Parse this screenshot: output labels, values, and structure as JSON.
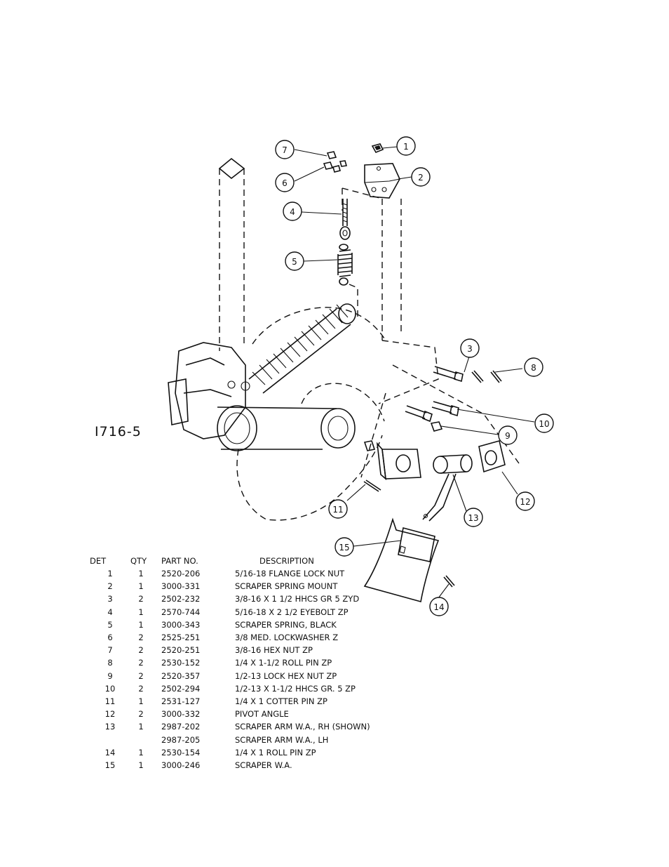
{
  "drawing_id": "I716-5",
  "balloons": [
    "1",
    "2",
    "3",
    "4",
    "5",
    "6",
    "7",
    "8",
    "9",
    "10",
    "11",
    "12",
    "13",
    "14",
    "15"
  ],
  "parts_table": {
    "headers": {
      "det": "DET",
      "qty": "QTY",
      "part_no": "PART NO.",
      "description": "DESCRIPTION"
    },
    "rows": [
      {
        "det": "1",
        "qty": "1",
        "part_no": "2520-206",
        "description": "5/16-18 FLANGE LOCK NUT"
      },
      {
        "det": "2",
        "qty": "1",
        "part_no": "3000-331",
        "description": "SCRAPER SPRING MOUNT"
      },
      {
        "det": "3",
        "qty": "2",
        "part_no": "2502-232",
        "description": "3/8-16 X 1 1/2 HHCS GR 5 ZYD"
      },
      {
        "det": "4",
        "qty": "1",
        "part_no": "2570-744",
        "description": "5/16-18 X 2 1/2 EYEBOLT ZP"
      },
      {
        "det": "5",
        "qty": "1",
        "part_no": "3000-343",
        "description": "SCRAPER SPRING, BLACK"
      },
      {
        "det": "6",
        "qty": "2",
        "part_no": "2525-251",
        "description": "3/8 MED. LOCKWASHER Z"
      },
      {
        "det": "7",
        "qty": "2",
        "part_no": "2520-251",
        "description": "3/8-16 HEX NUT ZP"
      },
      {
        "det": "8",
        "qty": "2",
        "part_no": "2530-152",
        "description": "1/4 X 1-1/2 ROLL PIN ZP"
      },
      {
        "det": "9",
        "qty": "2",
        "part_no": "2520-357",
        "description": "1/2-13 LOCK HEX NUT ZP"
      },
      {
        "det": "10",
        "qty": "2",
        "part_no": "2502-294",
        "description": "1/2-13 X 1-1/2 HHCS GR. 5 ZP"
      },
      {
        "det": "11",
        "qty": "1",
        "part_no": "2531-127",
        "description": "1/4 X 1 COTTER PIN ZP"
      },
      {
        "det": "12",
        "qty": "2",
        "part_no": "3000-332",
        "description": "PIVOT ANGLE"
      },
      {
        "det": "13",
        "qty": "1",
        "part_no": "2987-202",
        "description": "SCRAPER ARM W.A., RH (SHOWN)"
      },
      {
        "det": "",
        "qty": "",
        "part_no": "2987-205",
        "description": "SCRAPER ARM W.A., LH"
      },
      {
        "det": "14",
        "qty": "1",
        "part_no": "2530-154",
        "description": "1/4 X 1 ROLL PIN ZP"
      },
      {
        "det": "15",
        "qty": "1",
        "part_no": "3000-246",
        "description": "SCRAPER W.A."
      }
    ]
  }
}
